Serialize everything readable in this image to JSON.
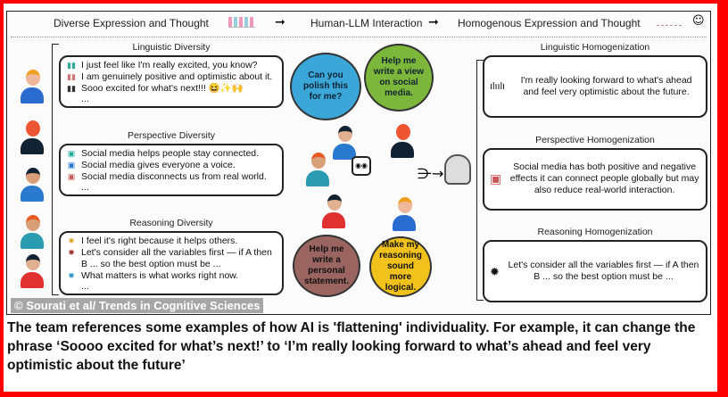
{
  "header": {
    "left": "Diverse Expression and Thought",
    "middle": "Human-LLM Interaction",
    "right": "Homogenous Expression and Thought"
  },
  "left": {
    "linguistic": {
      "title": "Linguistic Diversity",
      "items": [
        "I just feel like I'm really excited, you know?",
        "I am genuinely positive and optimistic about it.",
        "Sooo excited for what's next!!! 😆✨🙌",
        "..."
      ]
    },
    "perspective": {
      "title": "Perspective Diversity",
      "items": [
        "Social media helps people stay connected.",
        "Social media gives everyone a voice.",
        "Social media disconnects us from real world.",
        "..."
      ]
    },
    "reasoning": {
      "title": "Reasoning Diversity",
      "items": [
        "I feel it's right because it helps others.",
        "Let's consider all the variables first — if A then B ... so the best option must be ...",
        "What matters is what works right now.",
        "..."
      ]
    }
  },
  "bubbles": {
    "blue": "Can you polish this for me?",
    "green": "Help me write a view on social media.",
    "brown": "Help me write a personal statement.",
    "yellow": "Make my reasoning sound more logical."
  },
  "right": {
    "linguistic": {
      "title": "Linguistic Homogenization",
      "text": "I'm really looking forward to what's ahead and feel very optimistic about the future."
    },
    "perspective": {
      "title": "Perspective Homogenization",
      "text": "Social media has both positive and negative effects it can connect people globally but may also reduce real-world interaction."
    },
    "reasoning": {
      "title": "Reasoning Homogenization",
      "text": "Let's consider all the variables first — if A then B ... so the best option must be ..."
    }
  },
  "credit": "© Sourati et al/ Trends in Cognitive Sciences",
  "caption": "The team references some examples of how AI is 'flattening' individuality. For example, it can change the phrase ‘Soooo excited for what’s next!’ to ‘I’m really looking forward to what’s ahead and feel very optimistic about the future’",
  "colors": {
    "frame": "#ff0000",
    "blue_bubble": "#3aa7d8",
    "green_bubble": "#7cb63a",
    "brown_bubble": "#9a6560",
    "yellow_bubble": "#f2c21c"
  }
}
